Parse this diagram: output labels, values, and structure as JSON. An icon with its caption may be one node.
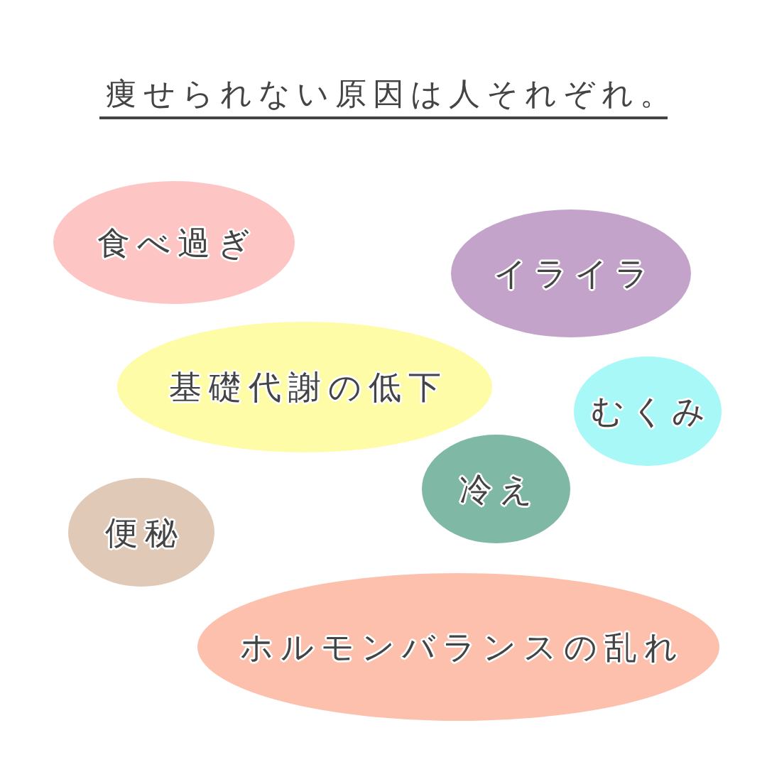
{
  "diagram": {
    "title": "痩せられない原因は人それぞれ。",
    "nodes": [
      {
        "text": [
          "食べ過ぎ"
        ]
      },
      {
        "text": [
          "イライラ"
        ]
      },
      {
        "text": [
          "基礎代謝の低下"
        ]
      },
      {
        "text": [
          "むくみ"
        ]
      },
      {
        "text": [
          "冷え"
        ]
      },
      {
        "text": [
          "便秘"
        ]
      },
      {
        "text": [
          "ホルモンバランスの乱れ"
        ]
      }
    ]
  }
}
